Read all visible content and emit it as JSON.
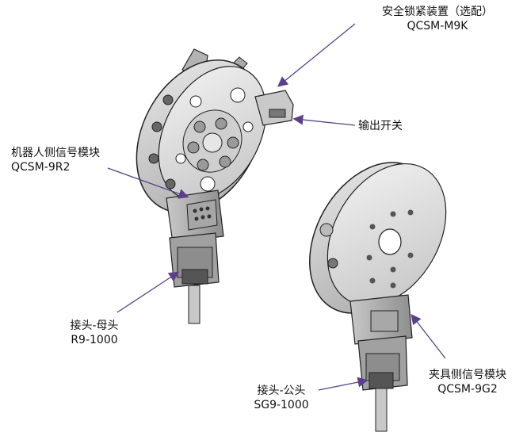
{
  "callouts": {
    "safety_lock": {
      "name": "安全锁紧装置（选配）",
      "model": "QCSM-M9K"
    },
    "output_switch": {
      "name": "输出开关"
    },
    "robot_signal_module": {
      "name": "机器人侧信号模块",
      "model": "QCSM-9R2"
    },
    "connector_female": {
      "name": "接头-母头",
      "model": "R9-1000"
    },
    "tool_signal_module": {
      "name": "夹具侧信号模块",
      "model": "QCSM-9G2"
    },
    "connector_male": {
      "name": "接头-公头",
      "model": "SG9-1000"
    }
  },
  "colors": {
    "callout_line": "#5b3f8a",
    "metal_light": "#d9d9d9",
    "metal_mid": "#b8b8b8",
    "metal_dark": "#8a8a8a",
    "outline": "#222222"
  }
}
